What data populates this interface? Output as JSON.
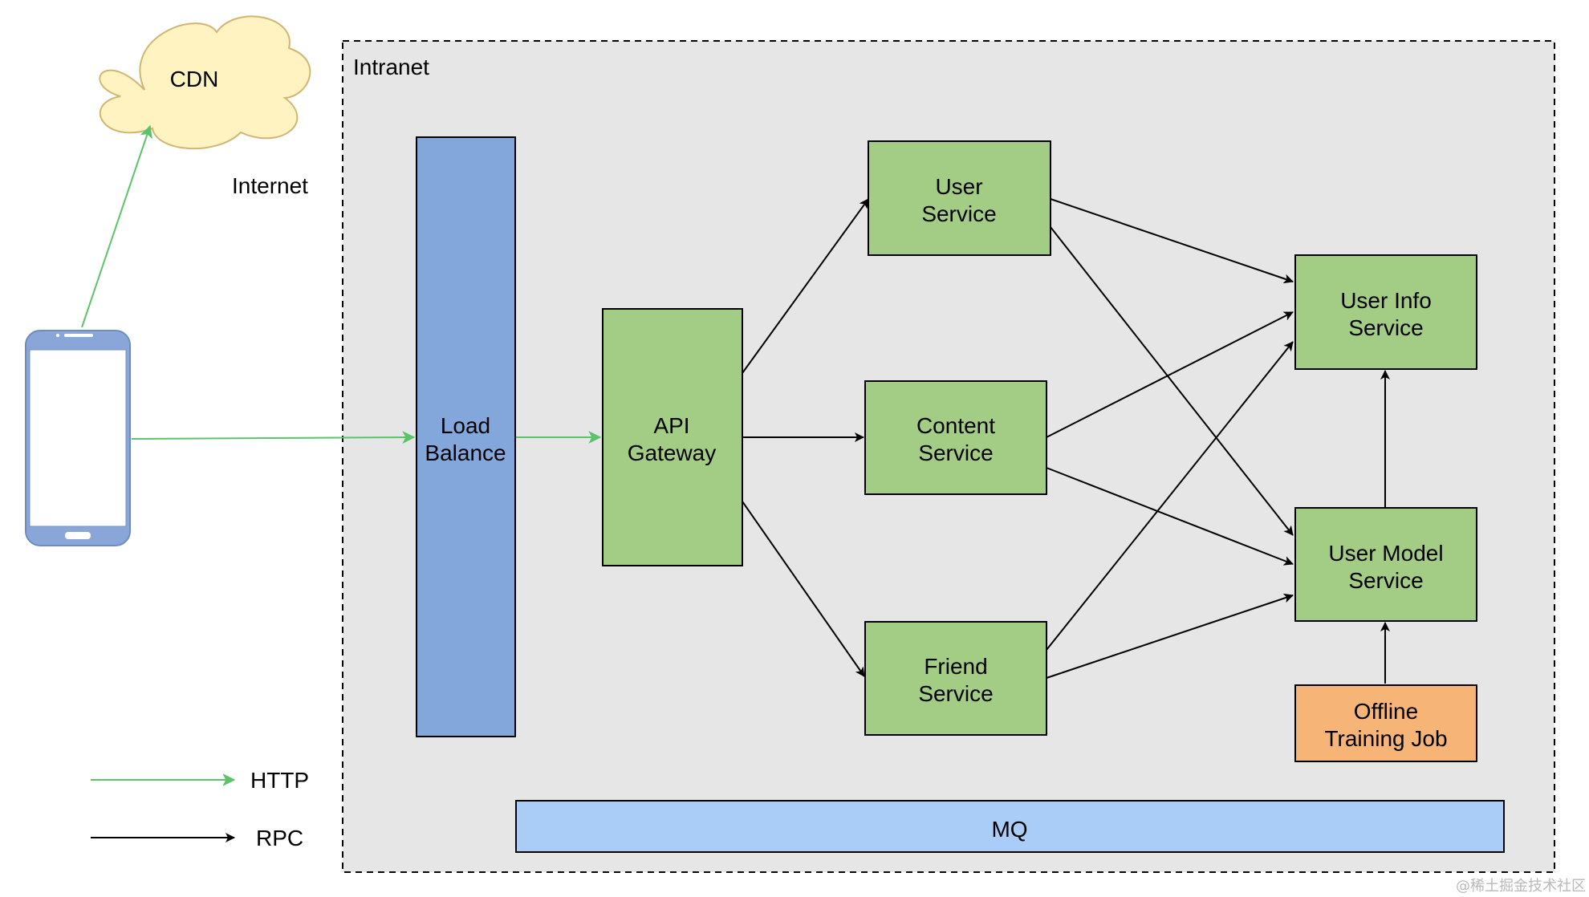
{
  "colors": {
    "intranet_bg": "#e6e6e6",
    "service_fill": "#a3cc85",
    "load_balance_fill": "#84a7db",
    "offline_job_fill": "#f6b477",
    "mq_fill": "#a9cdf7",
    "cdn_fill": "#fff3c2",
    "http_arrow": "#5bc46a",
    "rpc_arrow": "#000000",
    "phone_frame": "#8aa6d8"
  },
  "labels": {
    "cdn": "CDN",
    "internet": "Internet",
    "intranet": "Intranet",
    "mq": "MQ",
    "watermark": "@稀土掘金技术社区"
  },
  "nodes": {
    "load_balance": [
      "Load",
      "Balance"
    ],
    "api_gateway": [
      "API",
      "Gateway"
    ],
    "user_service": [
      "User",
      "Service"
    ],
    "content_service": [
      "Content",
      "Service"
    ],
    "friend_service": [
      "Friend",
      "Service"
    ],
    "user_info_service": [
      "User Info",
      "Service"
    ],
    "user_model_service": [
      "User Model",
      "Service"
    ],
    "offline_training_job": [
      "Offline",
      "Training Job"
    ]
  },
  "legend": {
    "http": "HTTP",
    "rpc": "RPC"
  },
  "icons": {
    "client": "smartphone-icon",
    "cdn": "cloud-icon"
  },
  "edges": [
    {
      "from": "client",
      "to": "cdn",
      "protocol": "HTTP"
    },
    {
      "from": "client",
      "to": "load_balance",
      "protocol": "HTTP"
    },
    {
      "from": "load_balance",
      "to": "api_gateway",
      "protocol": "HTTP"
    },
    {
      "from": "api_gateway",
      "to": "user_service",
      "protocol": "RPC"
    },
    {
      "from": "api_gateway",
      "to": "content_service",
      "protocol": "RPC"
    },
    {
      "from": "api_gateway",
      "to": "friend_service",
      "protocol": "RPC"
    },
    {
      "from": "user_service",
      "to": "user_info_service",
      "protocol": "RPC"
    },
    {
      "from": "user_service",
      "to": "user_model_service",
      "protocol": "RPC"
    },
    {
      "from": "content_service",
      "to": "user_info_service",
      "protocol": "RPC"
    },
    {
      "from": "content_service",
      "to": "user_model_service",
      "protocol": "RPC"
    },
    {
      "from": "friend_service",
      "to": "user_info_service",
      "protocol": "RPC"
    },
    {
      "from": "friend_service",
      "to": "user_model_service",
      "protocol": "RPC"
    },
    {
      "from": "user_model_service",
      "to": "user_info_service",
      "protocol": "RPC"
    },
    {
      "from": "offline_training_job",
      "to": "user_model_service",
      "protocol": "RPC"
    }
  ]
}
